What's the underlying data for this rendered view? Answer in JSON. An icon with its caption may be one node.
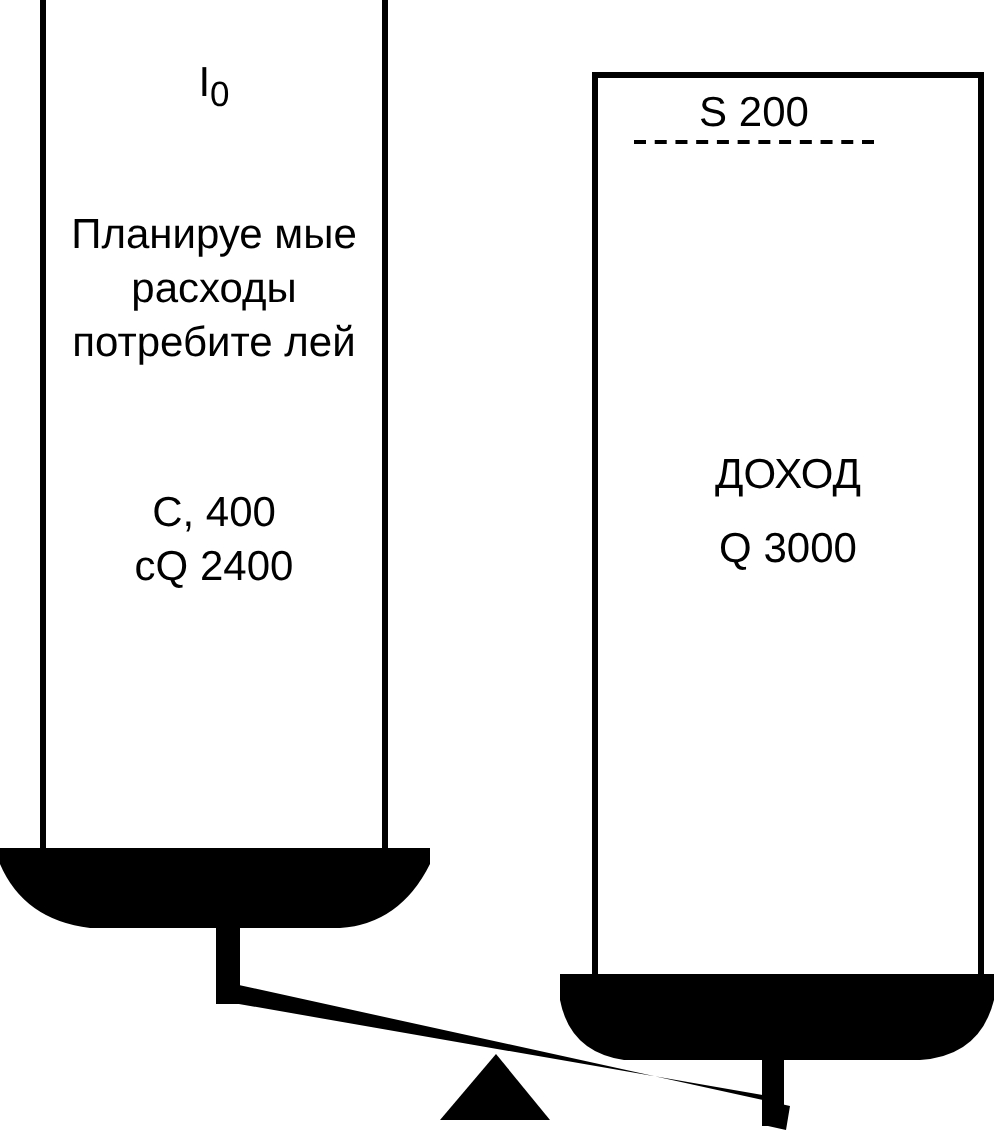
{
  "diagram": {
    "nodes": [
      {
        "text": [
          "I$_{0}$",
          "Планируе мые расходы потребите лей",
          "C, 400",
          "cQ 2400"
        ]
      },
      {
        "text": [
          "S 200",
          "ДОХОД",
          "Q 3000"
        ]
      }
    ]
  }
}
